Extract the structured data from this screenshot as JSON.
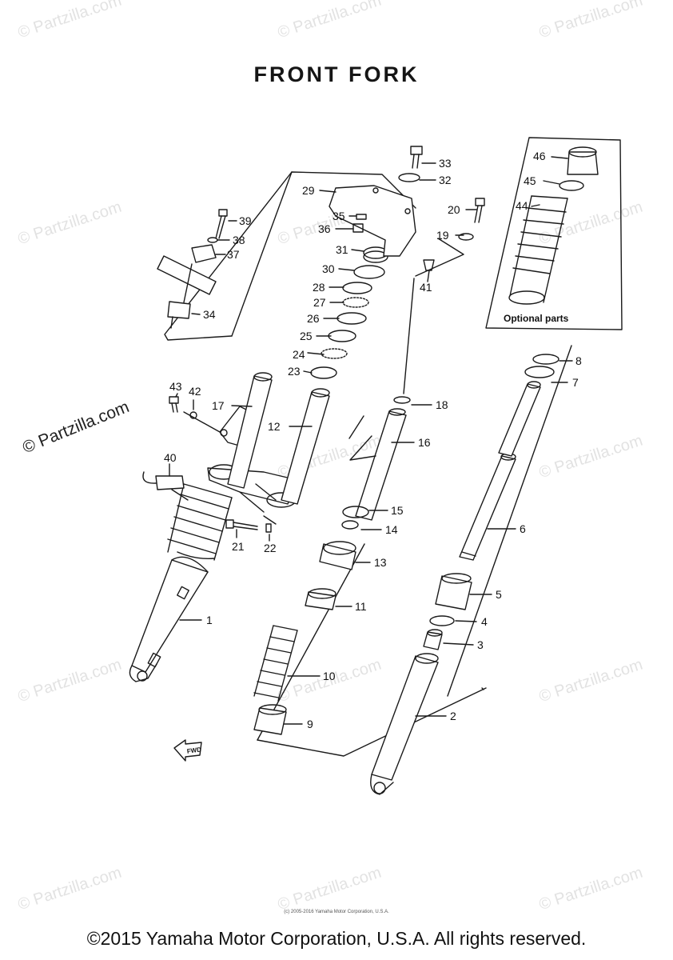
{
  "title": "FRONT FORK",
  "copyright": "©2015 Yamaha Motor Corporation, U.S.A. All rights reserved.",
  "small_copyright": "(c) 2005-2016 Yamaha Motor Corporation, U.S.A.",
  "watermark_main": "© Partzilla.com",
  "watermark_faint": "© Partzilla.com",
  "optional_label": "Optional parts",
  "forward_label": "FWD",
  "parts": [
    {
      "id": "p1",
      "label": "1"
    },
    {
      "id": "p2",
      "label": "2"
    },
    {
      "id": "p3",
      "label": "3"
    },
    {
      "id": "p4",
      "label": "4"
    },
    {
      "id": "p5",
      "label": "5"
    },
    {
      "id": "p6",
      "label": "6"
    },
    {
      "id": "p7",
      "label": "7"
    },
    {
      "id": "p8",
      "label": "8"
    },
    {
      "id": "p9",
      "label": "9"
    },
    {
      "id": "p10",
      "label": "10"
    },
    {
      "id": "p11",
      "label": "11"
    },
    {
      "id": "p12",
      "label": "12"
    },
    {
      "id": "p13",
      "label": "13"
    },
    {
      "id": "p14",
      "label": "14"
    },
    {
      "id": "p15",
      "label": "15"
    },
    {
      "id": "p16",
      "label": "16"
    },
    {
      "id": "p17",
      "label": "17"
    },
    {
      "id": "p18",
      "label": "18"
    },
    {
      "id": "p19",
      "label": "19"
    },
    {
      "id": "p20",
      "label": "20"
    },
    {
      "id": "p21",
      "label": "21"
    },
    {
      "id": "p22",
      "label": "22"
    },
    {
      "id": "p23",
      "label": "23"
    },
    {
      "id": "p24",
      "label": "24"
    },
    {
      "id": "p25",
      "label": "25"
    },
    {
      "id": "p26",
      "label": "26"
    },
    {
      "id": "p27",
      "label": "27"
    },
    {
      "id": "p28",
      "label": "28"
    },
    {
      "id": "p29",
      "label": "29"
    },
    {
      "id": "p30",
      "label": "30"
    },
    {
      "id": "p31",
      "label": "31"
    },
    {
      "id": "p32",
      "label": "32"
    },
    {
      "id": "p33",
      "label": "33"
    },
    {
      "id": "p34",
      "label": "34"
    },
    {
      "id": "p35",
      "label": "35"
    },
    {
      "id": "p36",
      "label": "36"
    },
    {
      "id": "p37",
      "label": "37"
    },
    {
      "id": "p38",
      "label": "38"
    },
    {
      "id": "p39",
      "label": "39"
    },
    {
      "id": "p40",
      "label": "40"
    },
    {
      "id": "p41",
      "label": "41"
    },
    {
      "id": "p42",
      "label": "42"
    },
    {
      "id": "p43",
      "label": "43"
    },
    {
      "id": "p44",
      "label": "44"
    },
    {
      "id": "p45",
      "label": "45"
    },
    {
      "id": "p46",
      "label": "46"
    }
  ]
}
